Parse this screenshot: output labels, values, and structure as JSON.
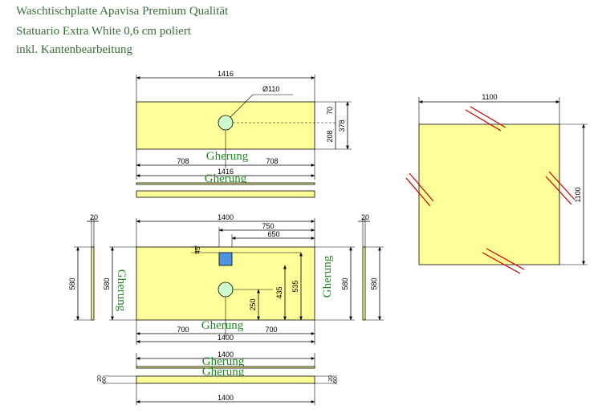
{
  "header": {
    "line1": "Waschtischplatte Apavisa Premium Qualität",
    "line2": "Statuario Extra White 0,6 cm poliert",
    "line3": "inkl. Kantenbearbeitung"
  },
  "labels": {
    "gherung": "Gherung"
  },
  "top_view": {
    "width": "1416",
    "hole_diameter": "Ø110",
    "dim_70": "70",
    "dim_208": "208",
    "dim_378": "378",
    "half_left": "708",
    "half_right": "708",
    "width_bottom": "1416"
  },
  "right_panel": {
    "width": "1100",
    "height": "1100"
  },
  "front_view": {
    "side_thickness_left": "20",
    "side_thickness_right": "20",
    "width": "1400",
    "dim_750": "750",
    "dim_650": "650",
    "dim_45": "45",
    "height_left_outer": "580",
    "height_left_inner": "580",
    "height_right_inner": "580",
    "height_right_outer": "580",
    "dim_250": "250",
    "dim_435": "435",
    "dim_535": "535",
    "half_left": "700",
    "half_right": "700",
    "width_bottom": "1400"
  },
  "bottom_view": {
    "width_top": "1400",
    "dim_left_a": "20",
    "dim_left_b": "60",
    "dim_right_a": "20",
    "dim_right_b": "60",
    "width_bottom": "1400"
  },
  "colors": {
    "slab_fill": "#ffff99",
    "hole_fill": "#ccffcc",
    "cutout_fill": "#4f94e0",
    "gherung_text": "#218a21",
    "miter_marks": "#cc0000"
  }
}
